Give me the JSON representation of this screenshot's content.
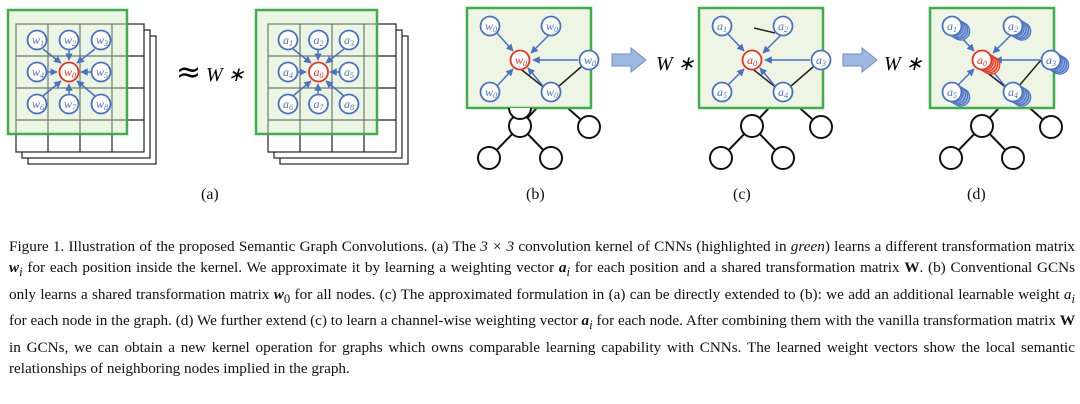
{
  "figure": {
    "labels": {
      "a": "(a)",
      "b": "(b)",
      "c": "(c)",
      "d": "(d)"
    },
    "approx_symbol": "≈",
    "operator_text": "W ∗",
    "grid_w": [
      "w1",
      "w2",
      "w3",
      "w4",
      "w0",
      "w5",
      "w6",
      "w7",
      "w8"
    ],
    "grid_a": [
      "a1",
      "a2",
      "a3",
      "a4",
      "a0",
      "a5",
      "a6",
      "a7",
      "a8"
    ],
    "graph_b": {
      "center": "w0",
      "n1": "w0",
      "n2": "w0",
      "n3": "w0",
      "n4": "w0",
      "n5": "w0"
    },
    "graph_c": {
      "center": "a0",
      "n1": "a1",
      "n2": "a2",
      "n3": "a3",
      "n4": "a5",
      "n5": "a4"
    },
    "graph_d": {
      "center": "a0",
      "n1": "a1",
      "n2": "a2",
      "n3": "a3",
      "n4": "a5",
      "n5": "a4"
    },
    "colors": {
      "green": "#3fae49",
      "fill": "#eef5e4",
      "blue": "#4a72c4",
      "red": "#e8321e",
      "arrow": "#9fb8e0"
    }
  },
  "caption": {
    "s1": "Figure 1. Illustration of the proposed Semantic Graph Convolutions. (a) The ",
    "s2": "3 × 3",
    "s3": " convolution kernel of CNNs (highlighted in ",
    "s4": "green",
    "s5": ") learns a different transformation matrix ",
    "s6": "w",
    "s6sub": "i",
    "s7": " for each position inside the kernel. We approximate it by learning a weighting vector ",
    "s8": "a",
    "s8sub": "i",
    "s9": " for each position and a shared transformation matrix ",
    "s10": "W",
    "s11": ". (b) Conventional GCNs only learns a shared transformation matrix ",
    "s12": "w",
    "s12sub": "0",
    "s13": " for all nodes. (c) The approximated formulation in (a) can be directly extended to (b): we add an additional learnable weight ",
    "s14": "a",
    "s14sub": "i",
    "s15": " for each node in the graph. (d) We further extend (c) to learn a channel-wise weighting vector ",
    "s16": "a",
    "s16sub": "i",
    "s17": " for each node. After combining them with the vanilla transformation matrix ",
    "s18": "W",
    "s19": " in GCNs, we can obtain a new kernel operation for graphs which owns comparable learning capability with CNNs. The learned weight vectors show the local semantic relationships of neighboring nodes implied in the graph."
  }
}
